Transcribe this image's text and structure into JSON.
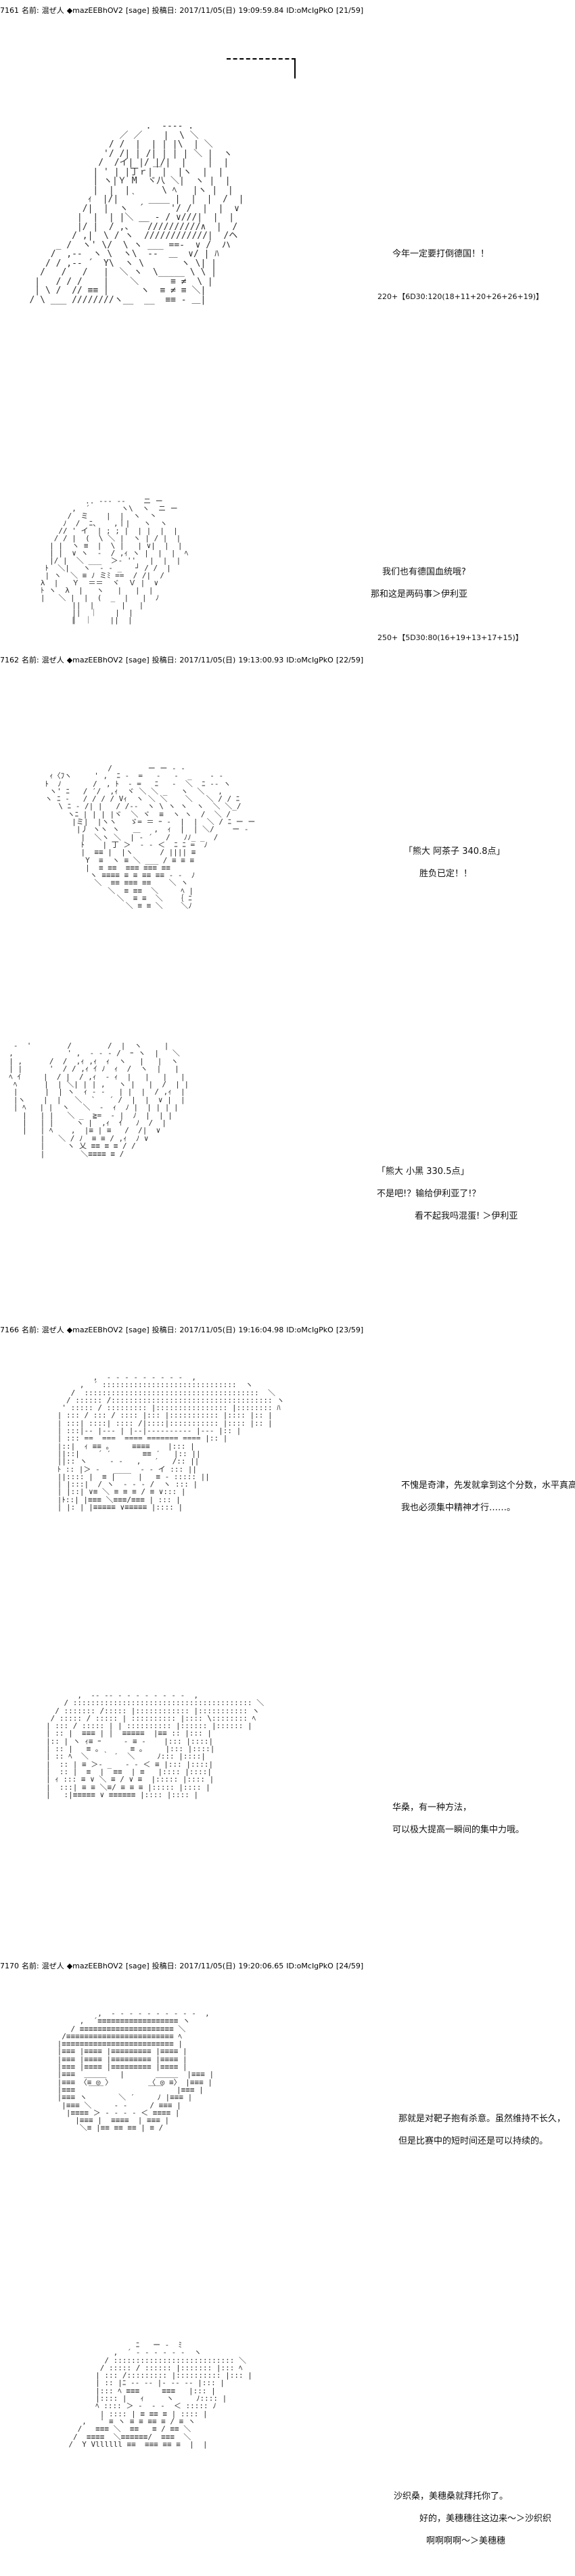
{
  "posts": [
    {
      "header": {
        "number": "7161",
        "name_label": "名前:",
        "name": "混ぜ人",
        "trip": "◆mazEEBhOV2",
        "mail": "[sage]",
        "date_label": "投稿日:",
        "date": "2017/11/05(日)",
        "time": "19:09:59.84",
        "id": "ID:oMcIgPkO",
        "page": "[21/59]"
      },
      "panel1": {
        "lines": [
          "今年一定要打倒德国！！",
          "220+【6D30:120(18+11+20+26+26+19)】"
        ]
      },
      "panel2": {
        "lines": [
          "我们也有德国血统哦?",
          "那和这是两码事＞伊利亚",
          "250+【5D30:80(16+19+13+17+15)】"
        ]
      }
    },
    {
      "header": {
        "number": "7162",
        "name_label": "名前:",
        "name": "混ぜ人",
        "trip": "◆mazEEBhOV2",
        "mail": "[sage]",
        "date_label": "投稿日:",
        "date": "2017/11/05(日)",
        "time": "19:13:00.93",
        "id": "ID:oMcIgPkO",
        "page": "[22/59]"
      },
      "panel1": {
        "lines": [
          "「熊大  阿茶子  340.8点」",
          "胜负已定！！"
        ]
      },
      "panel2": {
        "lines": [
          "「熊大  小黑  330.5点」",
          "不是吧!？输给伊利亚了!？",
          "看不起我吗混蛋! ＞伊利亚"
        ]
      }
    },
    {
      "header": {
        "number": "7166",
        "name_label": "名前:",
        "name": "混ぜ人",
        "trip": "◆mazEEBhOV2",
        "mail": "[sage]",
        "date_label": "投稿日:",
        "date": "2017/11/05(日)",
        "time": "19:16:04.98",
        "id": "ID:oMcIgPkO",
        "page": "[23/59]"
      },
      "panel1": {
        "lines": [
          "不愧是奇津，先发就拿到这个分数，水平真高。",
          "我也必须集中精神才行……。"
        ]
      },
      "panel2": {
        "lines": [
          "华桑，有一种方法，",
          "可以极大提高一瞬间的集中力哦。"
        ]
      }
    },
    {
      "header": {
        "number": "7170",
        "name_label": "名前:",
        "name": "混ぜ人",
        "trip": "◆mazEEBhOV2",
        "mail": "[sage]",
        "date_label": "投稿日:",
        "date": "2017/11/05(日)",
        "time": "19:20:06.65",
        "id": "ID:oMcIgPkO",
        "page": "[24/59]"
      },
      "panel1": {
        "lines": [
          "那就是对靶子抱有杀意。虽然维持不长久，",
          "但是比赛中的短时间还是可以持续的。"
        ]
      },
      "panel2": {
        "lines": [
          "沙织桑，美穗桑就拜托你了。",
          "好的，美穗穗往这边来～＞沙织织",
          "啊啊啊啊～＞美穗穗"
        ]
      }
    }
  ]
}
